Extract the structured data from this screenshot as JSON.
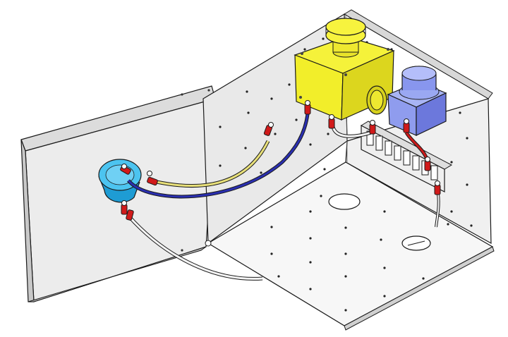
{
  "colors": {
    "background": "#ffffff",
    "panel": "#e6e6e6",
    "panel_dark": "#cfcfcf",
    "outline": "#1a1a1a",
    "yellow_box": "#f2ee2a",
    "yellow_shadow": "#c9c414",
    "blue_light": "#8fa0f0",
    "blue_dark": "#5b66d6",
    "cyan": "#3db8e8",
    "cyan_dark": "#1e8fc4",
    "wire_yellow": "#e8e07a",
    "wire_blue": "#2a2fb0",
    "wire_red": "#cc1a1a",
    "terminal_red": "#d11a1a",
    "cable_white": "#f4f4f4"
  },
  "components": [
    "yellow-pushbutton-box",
    "blue-pilot-light",
    "cyan-buzzer",
    "terminal-block",
    "door-panel",
    "enclosure-back-panel",
    "enclosure-floor"
  ]
}
